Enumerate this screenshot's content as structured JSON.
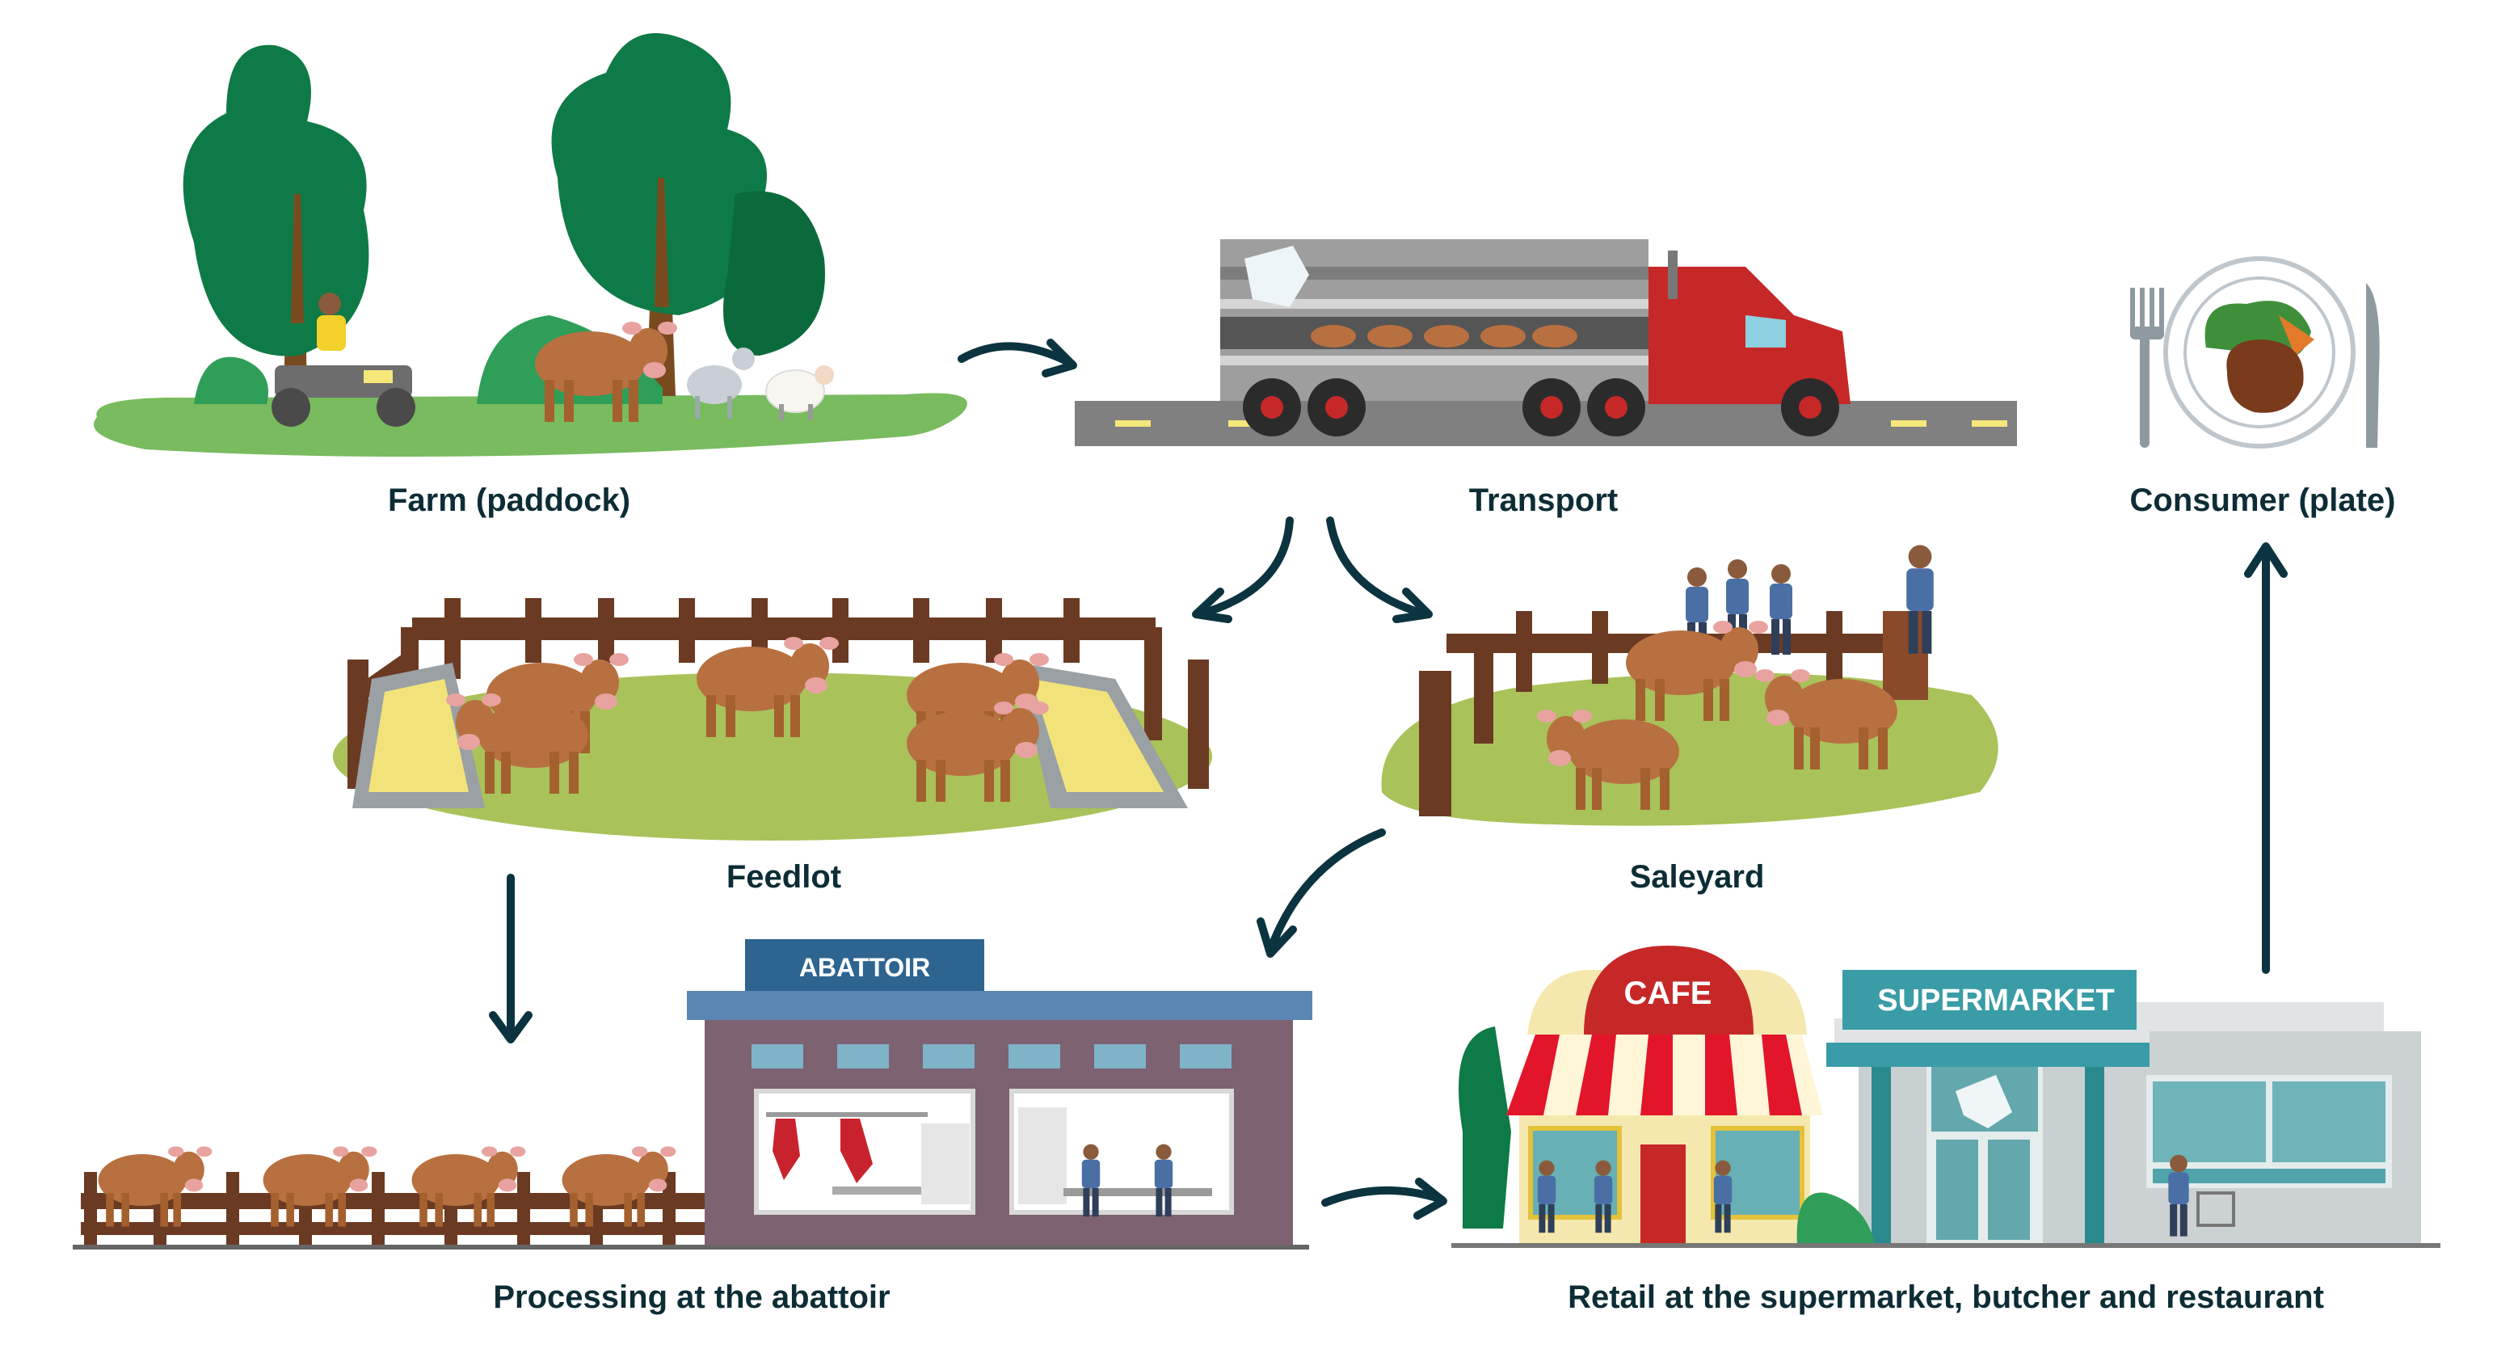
{
  "stages": {
    "farm": "Farm (paddock)",
    "transport": "Transport",
    "consumer": "Consumer (plate)",
    "feedlot": "Feedlot",
    "saleyard": "Saleyard",
    "abattoir": "Processing at the abattoir",
    "retail": "Retail at the supermarket, butcher and restaurant"
  },
  "signs": {
    "abattoir": "ABATTOIR",
    "cafe": "CAFE",
    "supermarket": "SUPERMARKET"
  },
  "flow": [
    [
      "Farm (paddock)",
      "Transport"
    ],
    [
      "Transport",
      "Feedlot"
    ],
    [
      "Transport",
      "Saleyard"
    ],
    [
      "Saleyard",
      "Processing at the abattoir"
    ],
    [
      "Feedlot",
      "Processing at the abattoir"
    ],
    [
      "Processing at the abattoir",
      "Retail at the supermarket, butcher and restaurant"
    ],
    [
      "Retail at the supermarket, butcher and restaurant",
      "Consumer (plate)"
    ]
  ],
  "colors": {
    "text": "#0d2d35",
    "arrow": "#0b3440",
    "tree": "#0e7a47",
    "grass": "#79bb5f",
    "cow": "#b87040",
    "fence": "#6b3a22",
    "truck_cab": "#c62828",
    "abattoir_wall": "#7d6272",
    "abattoir_sign": "#2e6490",
    "cafe_red": "#c62828",
    "supermarket_teal": "#3a9ca6"
  }
}
